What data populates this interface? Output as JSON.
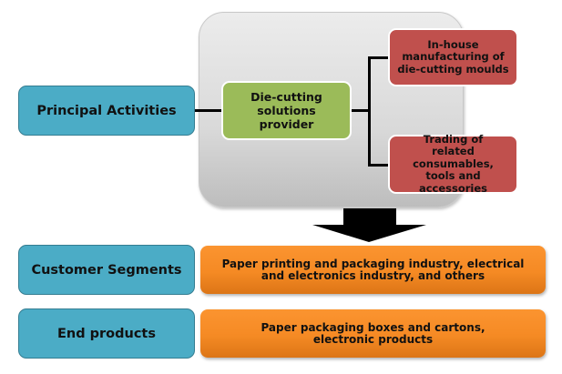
{
  "diagram": {
    "principal_activities": {
      "label": "Principal Activities",
      "core": "Die-cutting solutions provider",
      "branches": [
        "In-house manufacturing of die-cutting moulds",
        "Trading of related consumables, tools and accessories"
      ]
    },
    "customer_segments": {
      "label": "Customer Segments",
      "value": "Paper printing and packaging industry, electrical and electronics industry, and others"
    },
    "end_products": {
      "label": "End products",
      "value": "Paper packaging boxes and cartons, electronic products"
    },
    "colors": {
      "category_box": "#4bacc6",
      "core_box": "#9bbb59",
      "branch_box": "#c0504d",
      "detail_box": "#f79646",
      "container": "#d9d9d9",
      "arrow": "#000000"
    }
  }
}
